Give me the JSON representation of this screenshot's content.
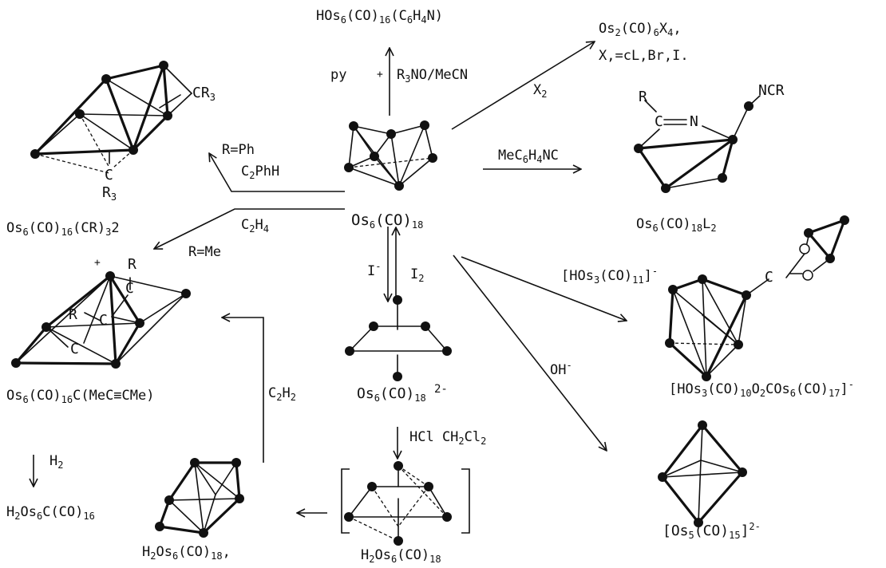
{
  "center": {
    "label": "Os",
    "n": "6",
    "rest": "(CO)",
    "co": "18"
  },
  "reagents": {
    "pyridine": {
      "left": "py",
      "plus": "+",
      "r3no": "R",
      "r3no_n": "3",
      "r3no_rest": "NO/MeCN"
    },
    "halogen": {
      "x": "X",
      "n": "2"
    },
    "isocyanide": {
      "a": "MeC",
      "n1": "6",
      "b": "H",
      "n2": "4",
      "c": "NC"
    },
    "hos3": {
      "open": "[HOs",
      "n1": "3",
      "mid": "(CO)",
      "n2": "11",
      "close": "]",
      "charge": "-"
    },
    "hydroxide": {
      "text": "OH",
      "charge": "-"
    },
    "iodide": {
      "text": "I",
      "charge": "-"
    },
    "iodine": {
      "text": "I",
      "n": "2"
    },
    "hcl": {
      "a": "HCl CH",
      "n1": "2",
      "b": "Cl",
      "n2": "2"
    },
    "acetylene": {
      "a": "C",
      "n1": "2",
      "b": "H",
      "n2": "2"
    },
    "ethylene": {
      "a": "C",
      "n1": "2",
      "b": "H",
      "n2": "4"
    },
    "r_ph": "R=Ph",
    "phenylacetylene": {
      "a": "C",
      "n1": "2",
      "b": "PhH"
    },
    "r_me": "R=Me",
    "hydrogen": {
      "a": "H",
      "n": "2"
    }
  },
  "products": {
    "pyridyl": {
      "a": "HOs",
      "n1": "6",
      "b": "(CO)",
      "n2": "16",
      "c": "(C",
      "n3": "6",
      "d": "H",
      "n4": "4",
      "e": "N)"
    },
    "halide": {
      "a": "Os",
      "n1": "2",
      "b": "(CO)",
      "n2": "6",
      "c": "X",
      "n3": "4",
      "d": ","
    },
    "halide_x": "X,=cL,Br,I.",
    "isocyanide": {
      "a": "Os",
      "n1": "6",
      "b": "(CO)",
      "n2": "18",
      "c": "L",
      "n3": "2"
    },
    "ester": {
      "a": "[HOs",
      "n1": "3",
      "b": "(CO)",
      "n2": "10",
      "c": "O",
      "n3": "2",
      "d": "COs",
      "n4": "6",
      "e": "(CO)",
      "n5": "17",
      "f": "]",
      "charge": "-"
    },
    "os5": {
      "a": "[Os",
      "n1": "5",
      "b": "(CO)",
      "n2": "15",
      "c": "]",
      "charge": "2-"
    },
    "dianion": {
      "a": "Os",
      "n1": "6",
      "b": "(CO)",
      "n2": "18",
      "charge": "2-"
    },
    "dihydride_bracket": {
      "a": "H",
      "n1": "2",
      "b": "Os",
      "n2": "6",
      "c": "(CO)",
      "n3": "18"
    },
    "dihydride": {
      "a": "H",
      "n1": "2",
      "b": "Os",
      "n2": "6",
      "c": "(CO)",
      "n3": "18",
      "d": ","
    },
    "carbyne": {
      "a": "Os",
      "n1": "6",
      "b": "(CO)",
      "n2": "16",
      "c": "(CR)",
      "n3": "3",
      "d": "2"
    },
    "alkyne": {
      "a": "Os",
      "n1": "6",
      "b": "(CO)",
      "n2": "16",
      "c": "C(MeC≡CMe)"
    },
    "carbide_hydride": {
      "a": "H",
      "n1": "2",
      "b": "Os",
      "n2": "6",
      "c": "C(CO)",
      "n3": "16"
    }
  },
  "atoms": {
    "cr3": "CR",
    "cr3_n": "3",
    "c_cap": "C",
    "r3": "R",
    "r3_n": "3",
    "r_iso": "R",
    "c_iso": "C",
    "n_iso": "N",
    "ncr": "NCR",
    "c_ester": "C",
    "plus": "+",
    "r_top": "R",
    "c_top": "C",
    "r_mid": "R",
    "c_mid": "C",
    "c_carbide": "C"
  }
}
